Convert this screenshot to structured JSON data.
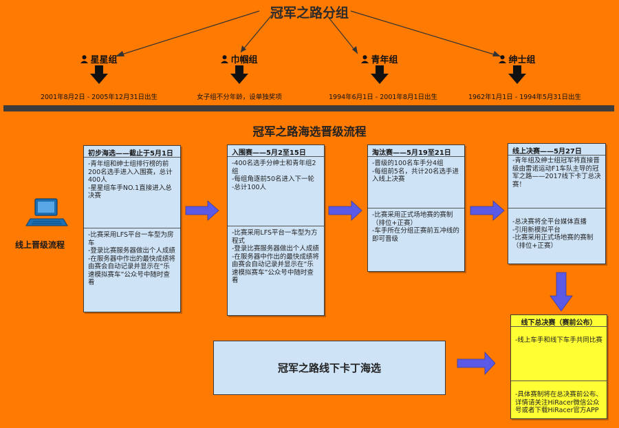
{
  "title": "冠军之路分组",
  "groups": [
    {
      "name": "星星组",
      "date": "2001年8月2日 - 2005年12月31日出生"
    },
    {
      "name": "巾帼组",
      "date": "女子组不分年龄，设单独奖项"
    },
    {
      "name": "青年组",
      "date": "1994年6月1日 - 2001年8月1日出生"
    },
    {
      "name": "绅士组",
      "date": "1962年1月1日 - 1994年5月31日出生"
    }
  ],
  "flow_title": "冠军之路海选晋级流程",
  "online_label": "线上晋级流程",
  "stages": [
    {
      "header": "初步海选——截止于5月1日",
      "top": "-青年组和绅士组排行榜的前200名选手进入入围赛，总计400人\n-星星组车手NO.1直接进入总决赛",
      "bottom": "-比赛采用LFS平台一车型为房车\n-登录比赛服务器做出个人成绩\n-在服务器中作出的最快成绩将由赛会自动记录并显示在“乐速模拟赛车”公众号中随时查看"
    },
    {
      "header": "入围赛——5月2至15日",
      "top": "-400名选手分绅士和青年组2组\n-每组角逐前50名进入下一轮\n-总计100人",
      "bottom": "-比赛采用LFS平台一车型为方程式\n-登录比赛服务器做出个人成绩\n-在服务器中作出的最快成绩将由赛会自动记录并显示在“乐速模拟赛车”公众号中随时查看"
    },
    {
      "header": "淘汰赛——5月19至21日",
      "top": "-晋级的100名车手分4组\n-每组前5名，共计20名选手进入线上决赛",
      "bottom": "-比赛采用正式场地赛的赛制（排位+正赛）\n-车手所在分组正赛前五冲线的即可晋级"
    },
    {
      "header": "线上决赛——5月27日",
      "top": "-青年组及绅士组冠军将直接晋级由雷诺运动F1车队主导的冠军之路——2017线下卡丁总决赛！",
      "bottom": "-总决赛将全平台媒体直播\n-引用新模拟平台\n-比赛采用正式场地赛的赛制（排位+正赛）"
    }
  ],
  "final": {
    "header": "线下总决赛（赛前公布）",
    "top": "-线上车手和线下车手共同比赛",
    "bottom": "-具体赛制将在总决赛前公布、详情请关注HiRacer微信公众号或者下载HiRacer官方APP"
  },
  "offline_box": "冠军之路线下卡丁海选",
  "colors": {
    "background": "#ff7a00",
    "card": "#cfe3f7",
    "final_card": "#ffff33",
    "arrow_blue": "#5a5ae6",
    "divider": "#3c3c3c"
  }
}
